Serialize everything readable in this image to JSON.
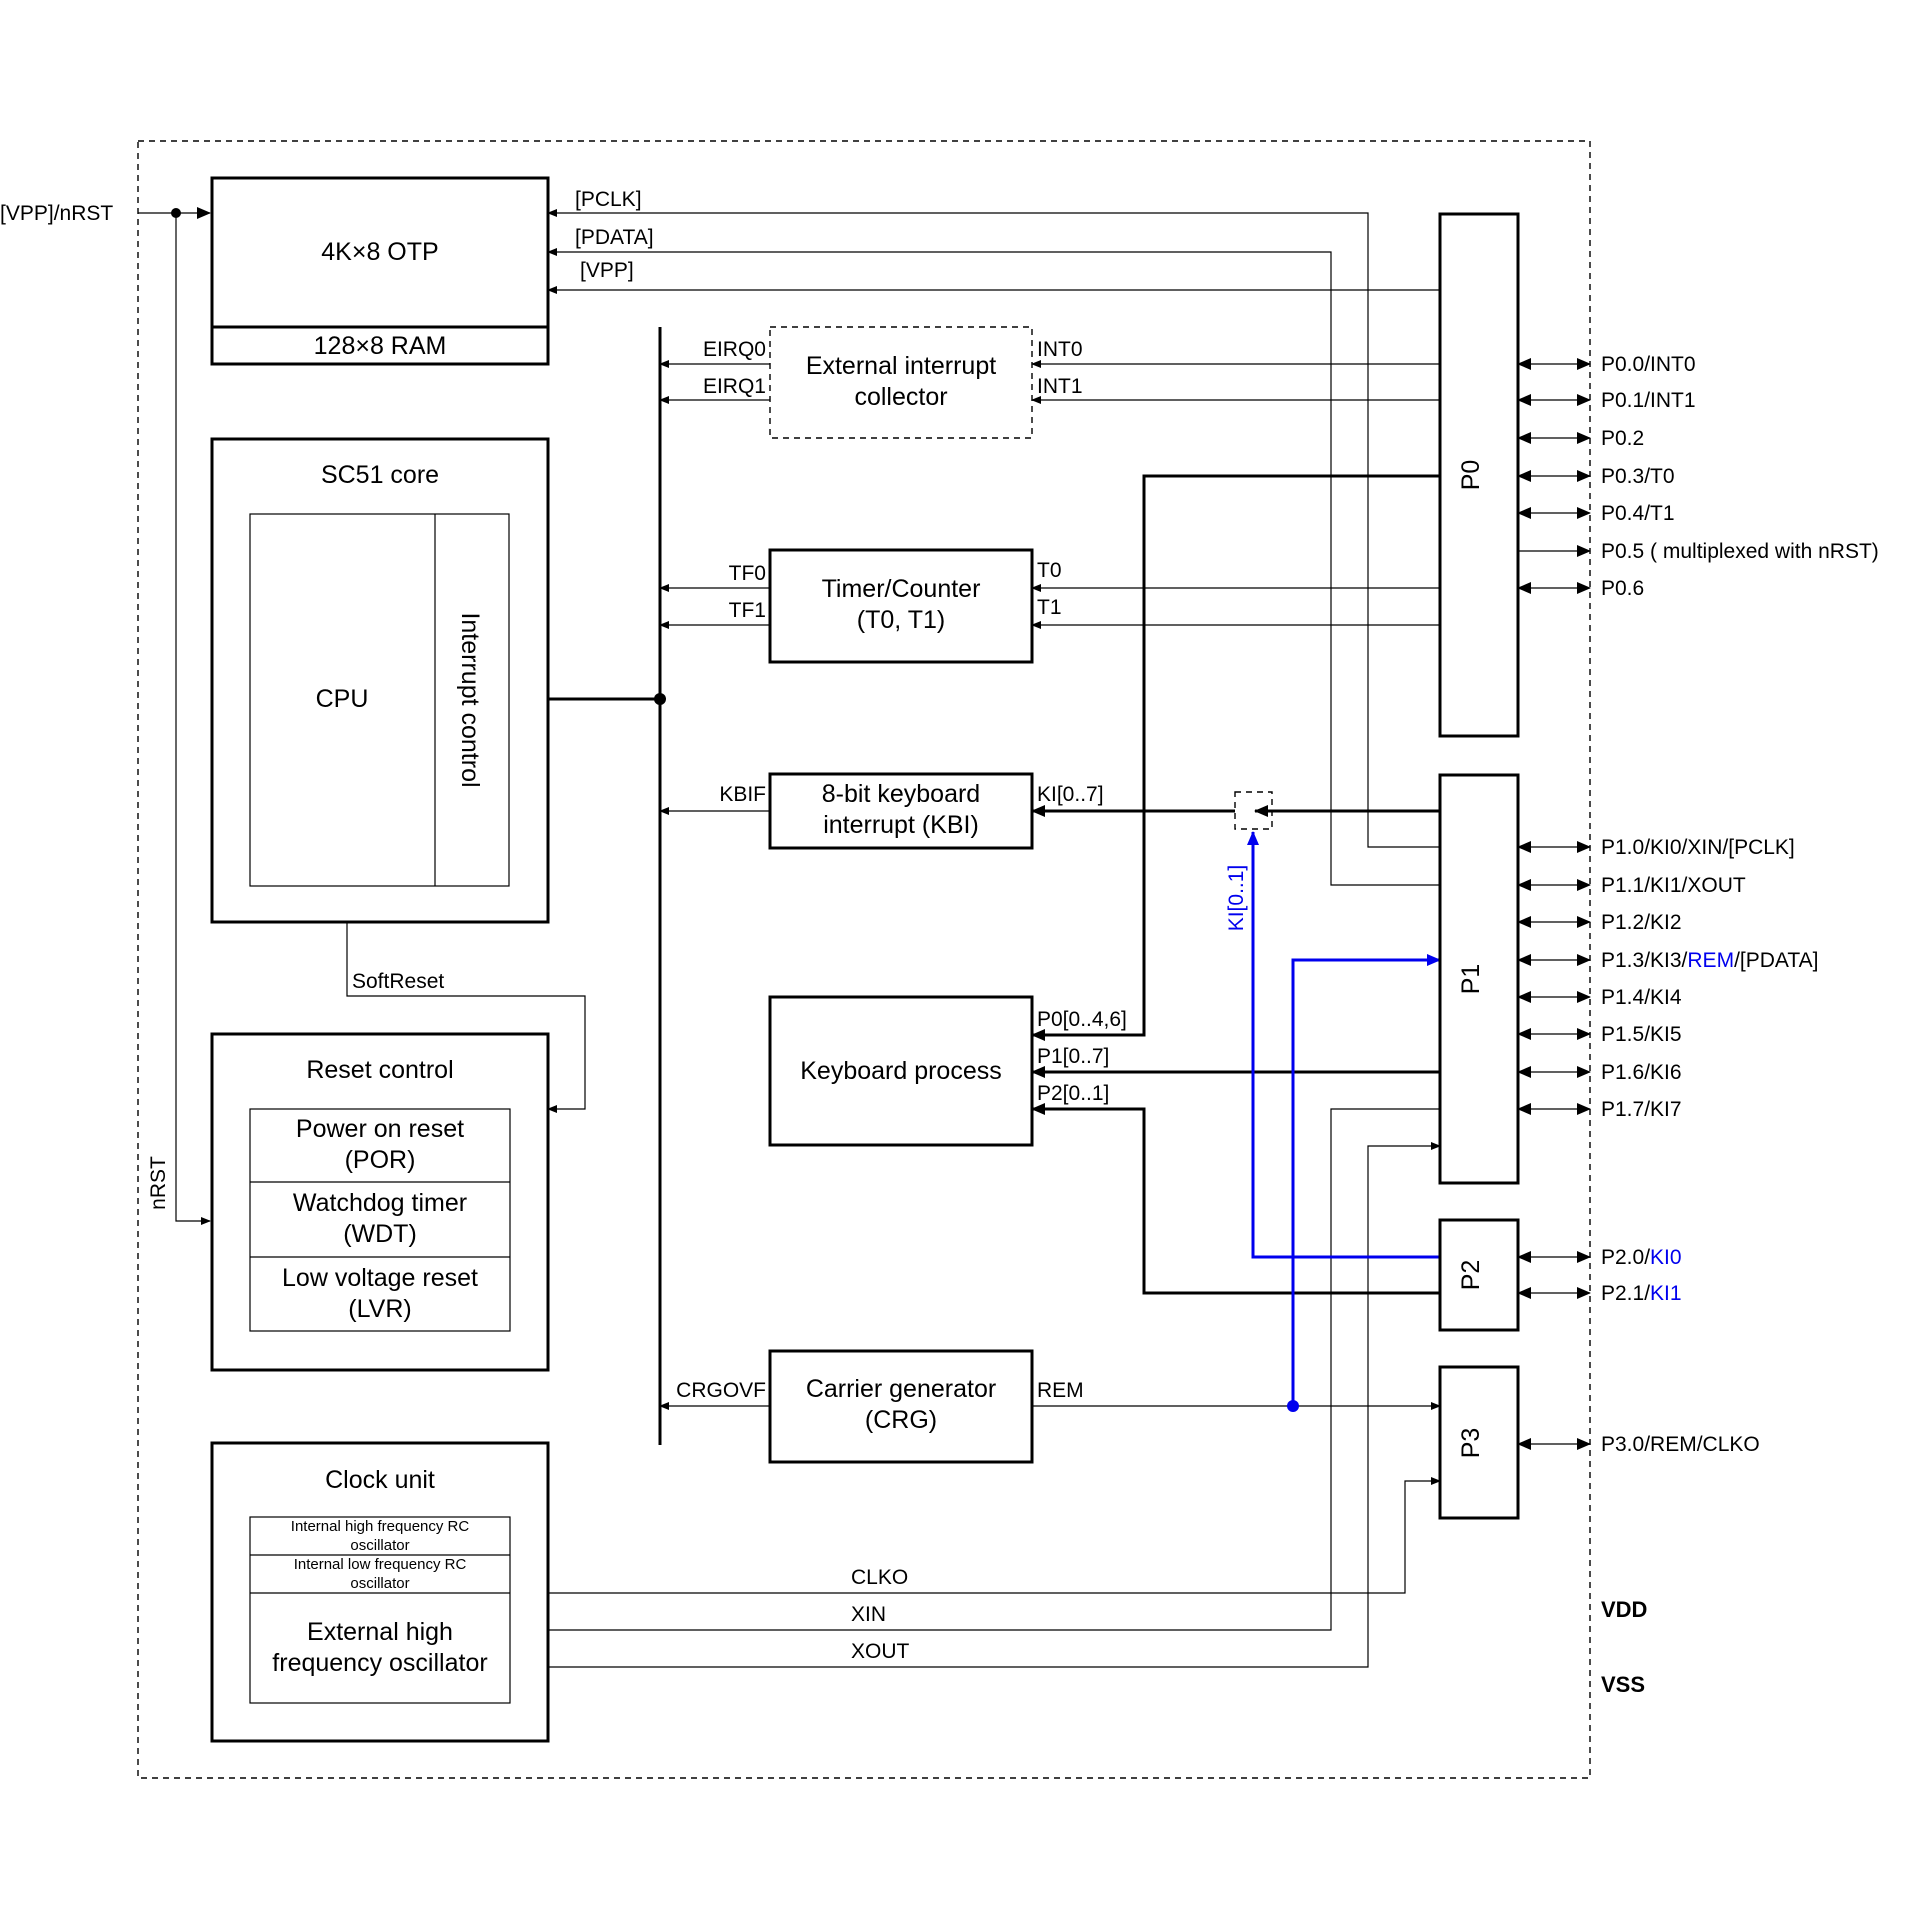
{
  "blocks": {
    "otp": "4K×8 OTP",
    "ram": "128×8 RAM",
    "sc51_core": "SC51 core",
    "cpu": "CPU",
    "interrupt_control": "Interrupt control",
    "reset_control": "Reset control",
    "por_line1": "Power on reset",
    "por_line2": "(POR)",
    "wdt_line1": "Watchdog timer",
    "wdt_line2": "(WDT)",
    "lvr_line1": "Low voltage reset",
    "lvr_line2": "(LVR)",
    "clock_unit": "Clock unit",
    "hfrc_line1": "Internal high frequency RC",
    "hfrc_line2": "oscillator",
    "lfrc_line1": "Internal low  frequency RC",
    "lfrc_line2": "oscillator",
    "ext_osc_line1": "External high",
    "ext_osc_line2": "frequency oscillator",
    "ext_int_line1": "External interrupt",
    "ext_int_line2": "collector",
    "timer_line1": "Timer/Counter",
    "timer_line2": "(T0, T1)",
    "kbi_line1": "8-bit keyboard",
    "kbi_line2": "interrupt (KBI)",
    "keyboard_process": "Keyboard process",
    "crg_line1": "Carrier generator",
    "crg_line2": "(CRG)",
    "p0": "P0",
    "p1": "P1",
    "p2": "P2",
    "p3": "P3"
  },
  "signals": {
    "vpp_nrst": "[VPP]/nRST",
    "nrst": "nRST",
    "pclk": "[PCLK]",
    "pdata": "[PDATA]",
    "vpp": "[VPP]",
    "eirq0": "EIRQ0",
    "eirq1": "EIRQ1",
    "int0": "INT0",
    "int1": "INT1",
    "tf0": "TF0",
    "tf1": "TF1",
    "t0": "T0",
    "t1": "T1",
    "kbif": "KBIF",
    "ki07": "KI[0..7]",
    "ki01": "KI[0..1]",
    "softreset": "SoftReset",
    "p0_sel": "P0[0..4,6]",
    "p1_sel": "P1[0..7]",
    "p2_sel": "P2[0..1]",
    "crgovf": "CRGOVF",
    "rem": "REM",
    "clko": "CLKO",
    "xin": "XIN",
    "xout": "XOUT"
  },
  "pins": {
    "p00": "P0.0/INT0",
    "p01": "P0.1/INT1",
    "p02": "P0.2",
    "p03": "P0.3/T0",
    "p04": "P0.4/T1",
    "p05": "P0.5 (  multiplexed with nRST)",
    "p06": "P0.6",
    "p10": "P1.0/KI0/XIN/[PCLK]",
    "p11": "P1.1/KI1/XOUT",
    "p12": "P1.2/KI2",
    "p13_a": "P1.3/KI3/",
    "p13_b": "REM",
    "p13_c": "/[PDATA]",
    "p14": "P1.4/KI4",
    "p15": "P1.5/KI5",
    "p16": "P1.6/KI6",
    "p17": "P1.7/KI7",
    "p20_a": "P2.0/",
    "p20_b": "KI0",
    "p21_a": "P2.1/",
    "p21_b": "KI1",
    "p30": "P3.0/REM/CLKO",
    "vdd": "VDD",
    "vss": "VSS"
  },
  "colors": {
    "line": "#000000",
    "highlight": "#0000ee"
  }
}
